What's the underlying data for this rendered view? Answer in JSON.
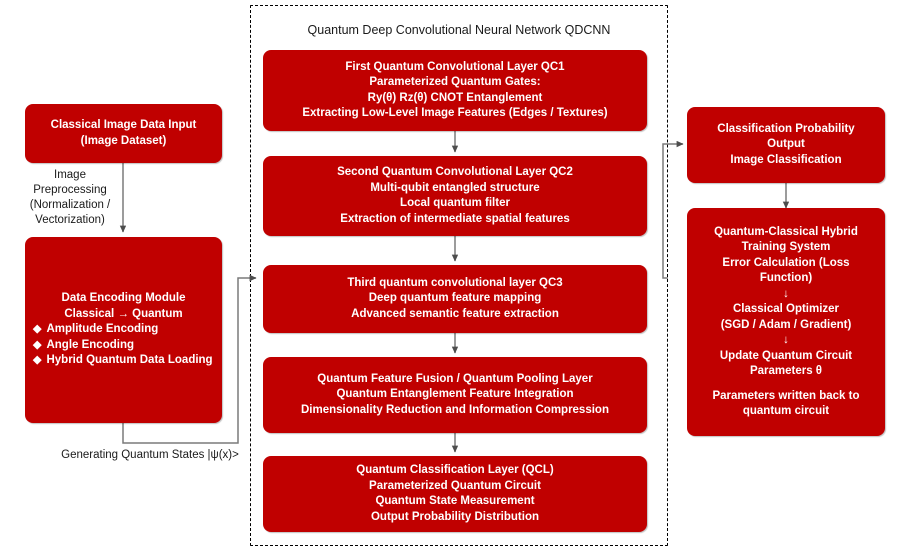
{
  "diagram": {
    "group": {
      "title": "Quantum Deep Convolutional Neural Network QDCNN"
    },
    "left_column": {
      "input_box": {
        "lines": [
          "Classical Image Data Input",
          "(Image Dataset)"
        ]
      },
      "preprocessing_label": "Image\nPreprocessing\n(Normalization /\nVectorization)",
      "encoding_box": {
        "title_lines": [
          "Data Encoding Module",
          "Classical → Quantum"
        ],
        "bullet_marker": "◆",
        "bullets": [
          "Amplitude Encoding",
          "Angle Encoding",
          "Hybrid Quantum Data Loading"
        ]
      },
      "quantum_states_label": "Generating Quantum States |ψ(x)>"
    },
    "center_column": {
      "boxes": [
        {
          "name": "qc1",
          "lines": [
            "First Quantum Convolutional Layer QC1",
            "Parameterized Quantum Gates:",
            "Ry(θ) Rz(θ) CNOT Entanglement",
            "Extracting Low-Level Image Features (Edges / Textures)"
          ]
        },
        {
          "name": "qc2",
          "lines": [
            "Second Quantum Convolutional Layer QC2",
            "Multi-qubit entangled structure",
            "Local quantum filter",
            "Extraction of intermediate spatial features"
          ]
        },
        {
          "name": "qc3",
          "lines": [
            "Third quantum convolutional layer QC3",
            "Deep quantum feature mapping",
            "Advanced semantic feature extraction"
          ]
        },
        {
          "name": "fusion",
          "lines": [
            "Quantum Feature Fusion / Quantum Pooling Layer",
            "Quantum Entanglement Feature Integration",
            "Dimensionality Reduction and Information Compression"
          ]
        },
        {
          "name": "qcl",
          "lines": [
            "Quantum Classification Layer (QCL)",
            "Parameterized Quantum Circuit",
            "Quantum State Measurement",
            "Output Probability Distribution"
          ]
        }
      ]
    },
    "right_column": {
      "output_box": {
        "lines": [
          "Classification Probability",
          "Output",
          "Image Classification"
        ]
      },
      "training_box": {
        "lines": [
          "Quantum-Classical Hybrid",
          "Training System",
          "Error Calculation (Loss",
          "Function)",
          "↓",
          "Classical Optimizer",
          "(SGD / Adam / Gradient)",
          "↓",
          "Update Quantum Circuit",
          "Parameters θ",
          "",
          "Parameters written back to",
          "quantum circuit"
        ]
      }
    },
    "colors": {
      "box_fill": "#C00000",
      "box_text": "#FFFFFF",
      "wire": "#595959",
      "group_border": "#000000",
      "label_text": "#1A1A1A",
      "background": "#FFFFFF"
    }
  }
}
